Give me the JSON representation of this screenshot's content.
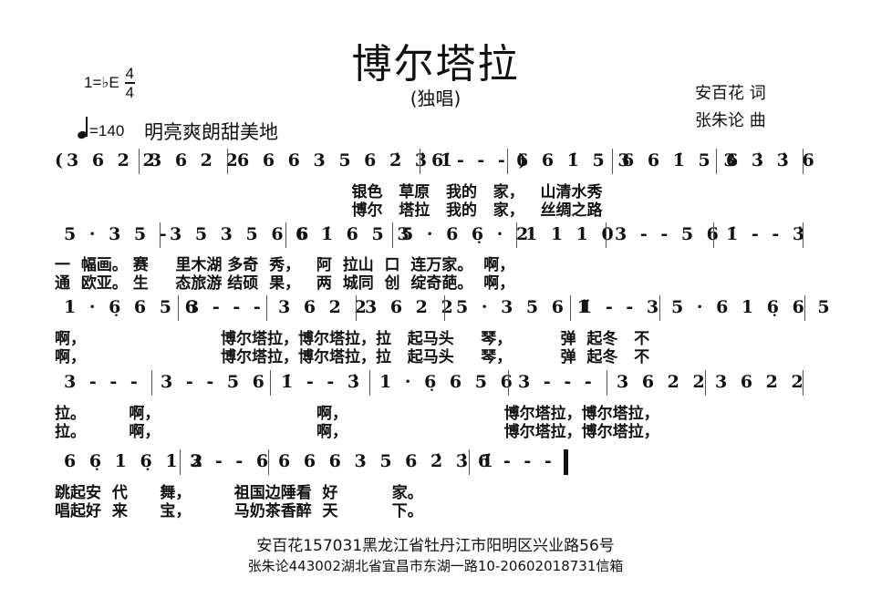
{
  "header": {
    "title": "博尔塔拉",
    "subtitle": "(独唱)",
    "key": "1=♭E",
    "time_signature": {
      "numerator": "4",
      "denominator": "4"
    },
    "tempo": "=140",
    "expression": "明亮爽朗甜美地",
    "lyricist": "安百花  词",
    "composer": "张朱论  曲"
  },
  "score": {
    "lines": [
      {
        "measures": [
          "(3 6 2 2",
          "3 6 2 2",
          "6 6 6 3 5 6 2̇ 3̇ 1̇",
          "6 - - - )",
          "6 6 1̇ 5 3",
          "6 6 1̇ 5 3",
          "6 3̇ 3̇ 6"
        ],
        "lyrics": [
          "                                                       银色   草原   我的   家，   山清水秀",
          "                                                       博尔   塔拉   我的   家，   丝绸之路"
        ]
      },
      {
        "measures": [
          "5 · 3 5 -",
          "3 5 3 5 6 6",
          "6 1̇ 6 5 3",
          "5 · 6 6̣ · 2",
          "1 1 1 0",
          "3 - - 5 6",
          "1̇ - - 3̇"
        ],
        "lyrics": [
          "一  幅画。 赛     里木湖 多奇  秀，   阿  拉山  口  连万家。  啊，",
          "通  欧亚。 生     态旅游 结硕  果，   两  城同  创  绽奇葩。  啊，"
        ]
      },
      {
        "measures": [
          "1 · 6̣ 6 5 6",
          "3 - - -",
          "3 6 2 2",
          "3 6 2 2",
          "5 · 3 5 6 1̇",
          "1̇ - - 3",
          "5 · 6 1 6̣ 6 5"
        ],
        "lyrics": [
          "啊，                         博尔塔拉，博尔塔拉，拉   起马头     琴，         弹  起冬   不",
          "啊，                         博尔塔拉，博尔塔拉，拉   起马头     琴，         弹  起冬   不"
        ]
      },
      {
        "measures": [
          "3 - - -",
          "3 - - 5 6",
          "1̇ - - 3̇",
          "1 · 6̣ 6 5 6",
          "3 - - -",
          "3 6 2 2",
          "3 6 2 2"
        ],
        "lyrics": [
          "拉。        啊，                             啊，                             博尔塔拉，博尔塔拉，",
          "拉。        啊，                             啊，                             博尔塔拉，博尔塔拉，"
        ]
      },
      {
        "measures": [
          "6 6̣ 1 6̣ 1 2",
          "3 - - 6",
          "6 6 6 3 5 6 2̇ 3̇ 1̇",
          "6 - - -"
        ],
        "lyrics": [
          "跳起安  代      舞，        祖国边陲看  好          家。",
          "唱起好  来      宝，        马奶茶香醉  天          下。"
        ]
      }
    ]
  },
  "footer": {
    "line1": "安百花157031黑龙江省牡丹江市阳明区兴业路56号",
    "line2": "张朱论443002湖北省宜昌市东湖一路10-20602018731信箱"
  }
}
